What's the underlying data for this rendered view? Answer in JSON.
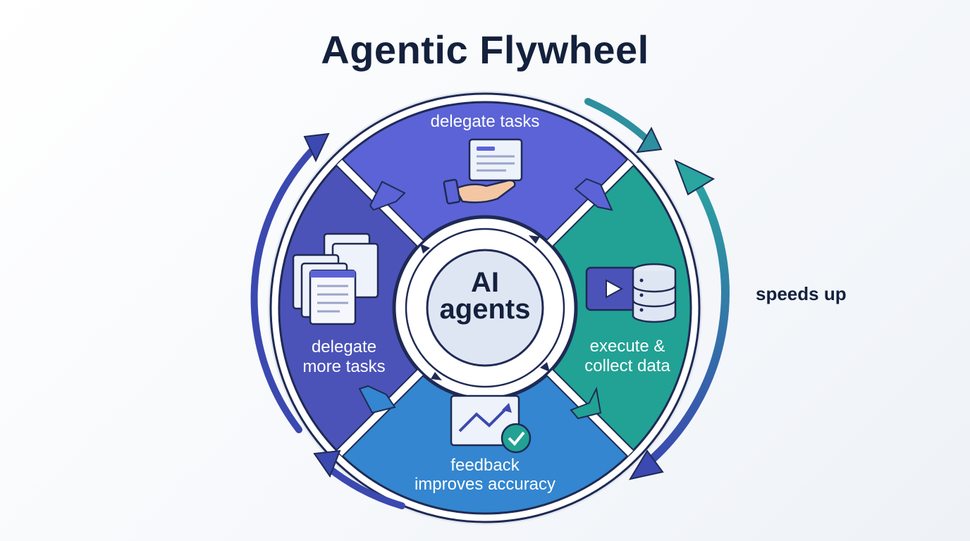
{
  "title": "Agentic Flywheel",
  "hub": {
    "line1": "AI",
    "line2": "agents"
  },
  "segments": {
    "top": {
      "label": "delegate tasks",
      "color": "#5b63d6",
      "icon": "hand-document-icon"
    },
    "right": {
      "line1": "execute &",
      "line2": "collect data",
      "color": "#21a294",
      "icon": "video-database-icon"
    },
    "bottom": {
      "line1": "feedback",
      "line2": "improves accuracy",
      "color": "#3386cf",
      "icon": "chart-check-icon"
    },
    "left": {
      "line1": "delegate",
      "line2": "more tasks",
      "color": "#4b53b8",
      "icon": "stacked-documents-icon"
    }
  },
  "speeds_up": "speeds up",
  "colors": {
    "outline": "#1f2a55",
    "hub_fill": "#dfe6f3",
    "outer_arrow": "#3b49b0",
    "teal_arrow": "#2e8f9e"
  }
}
